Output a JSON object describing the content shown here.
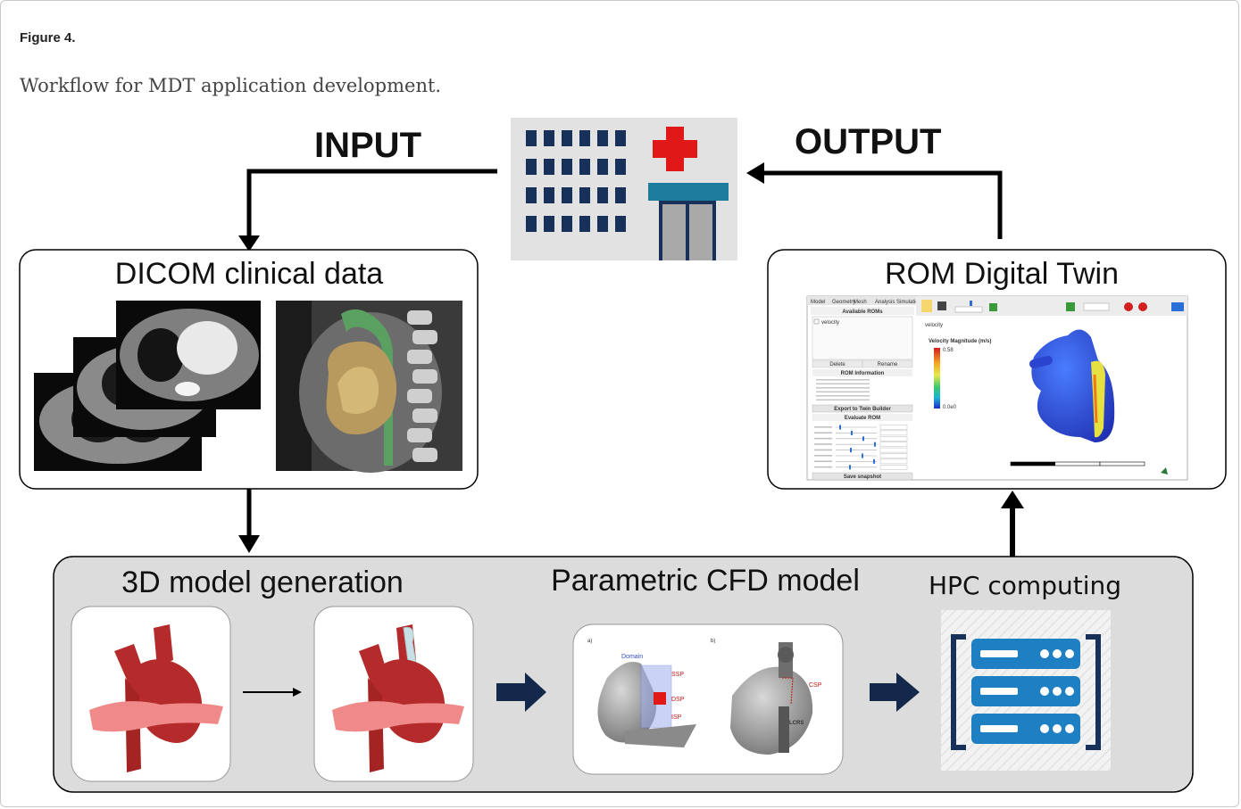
{
  "figure": {
    "label": "Figure 4.",
    "caption": "Workflow for MDT application development."
  },
  "diagram": {
    "input_label": "INPUT",
    "output_label": "OUTPUT",
    "dicom_title": "DICOM clinical data",
    "rom_title": "ROM Digital Twin",
    "model_generation_title": "3D model generation",
    "cfd_title": "Parametric CFD model",
    "hpc_title": "HPC computing"
  },
  "cfd_panel": {
    "label_a": "a)",
    "label_b": "b)",
    "domain": "Domain",
    "ssp": "SSP",
    "dsp": "DSP",
    "isp": "ISP",
    "csp": "CSP",
    "lcrs": "LCRS"
  },
  "rom_app": {
    "tabs": [
      "Model",
      "Geometry",
      "Mesh",
      "Analysis",
      "Simulation"
    ],
    "available_roms": "Available ROMs",
    "rom_item": "velocity",
    "delete": "Delete",
    "rename": "Rename",
    "rom_information": "ROM Information",
    "export_button": "Export to Twin Builder",
    "evaluate_rom": "Evaluate ROM",
    "save_snapshot": "Save snapshot",
    "field_name": "velocity",
    "legend_title": "Velocity Magnitude (m/s)",
    "legend_max": "0.58",
    "legend_min": "0.0e0"
  },
  "colors": {
    "arrow_dark": "#13284a",
    "vessel_red": "#b52a2a",
    "vessel_pink": "#f08a8a",
    "hospital_blue": "#17315a",
    "hospital_red": "#e01818",
    "hospital_teal": "#1e7c9c",
    "panel_gray": "#dcdcdc"
  },
  "icons": [
    "hospital-icon",
    "server-rack-icon"
  ]
}
